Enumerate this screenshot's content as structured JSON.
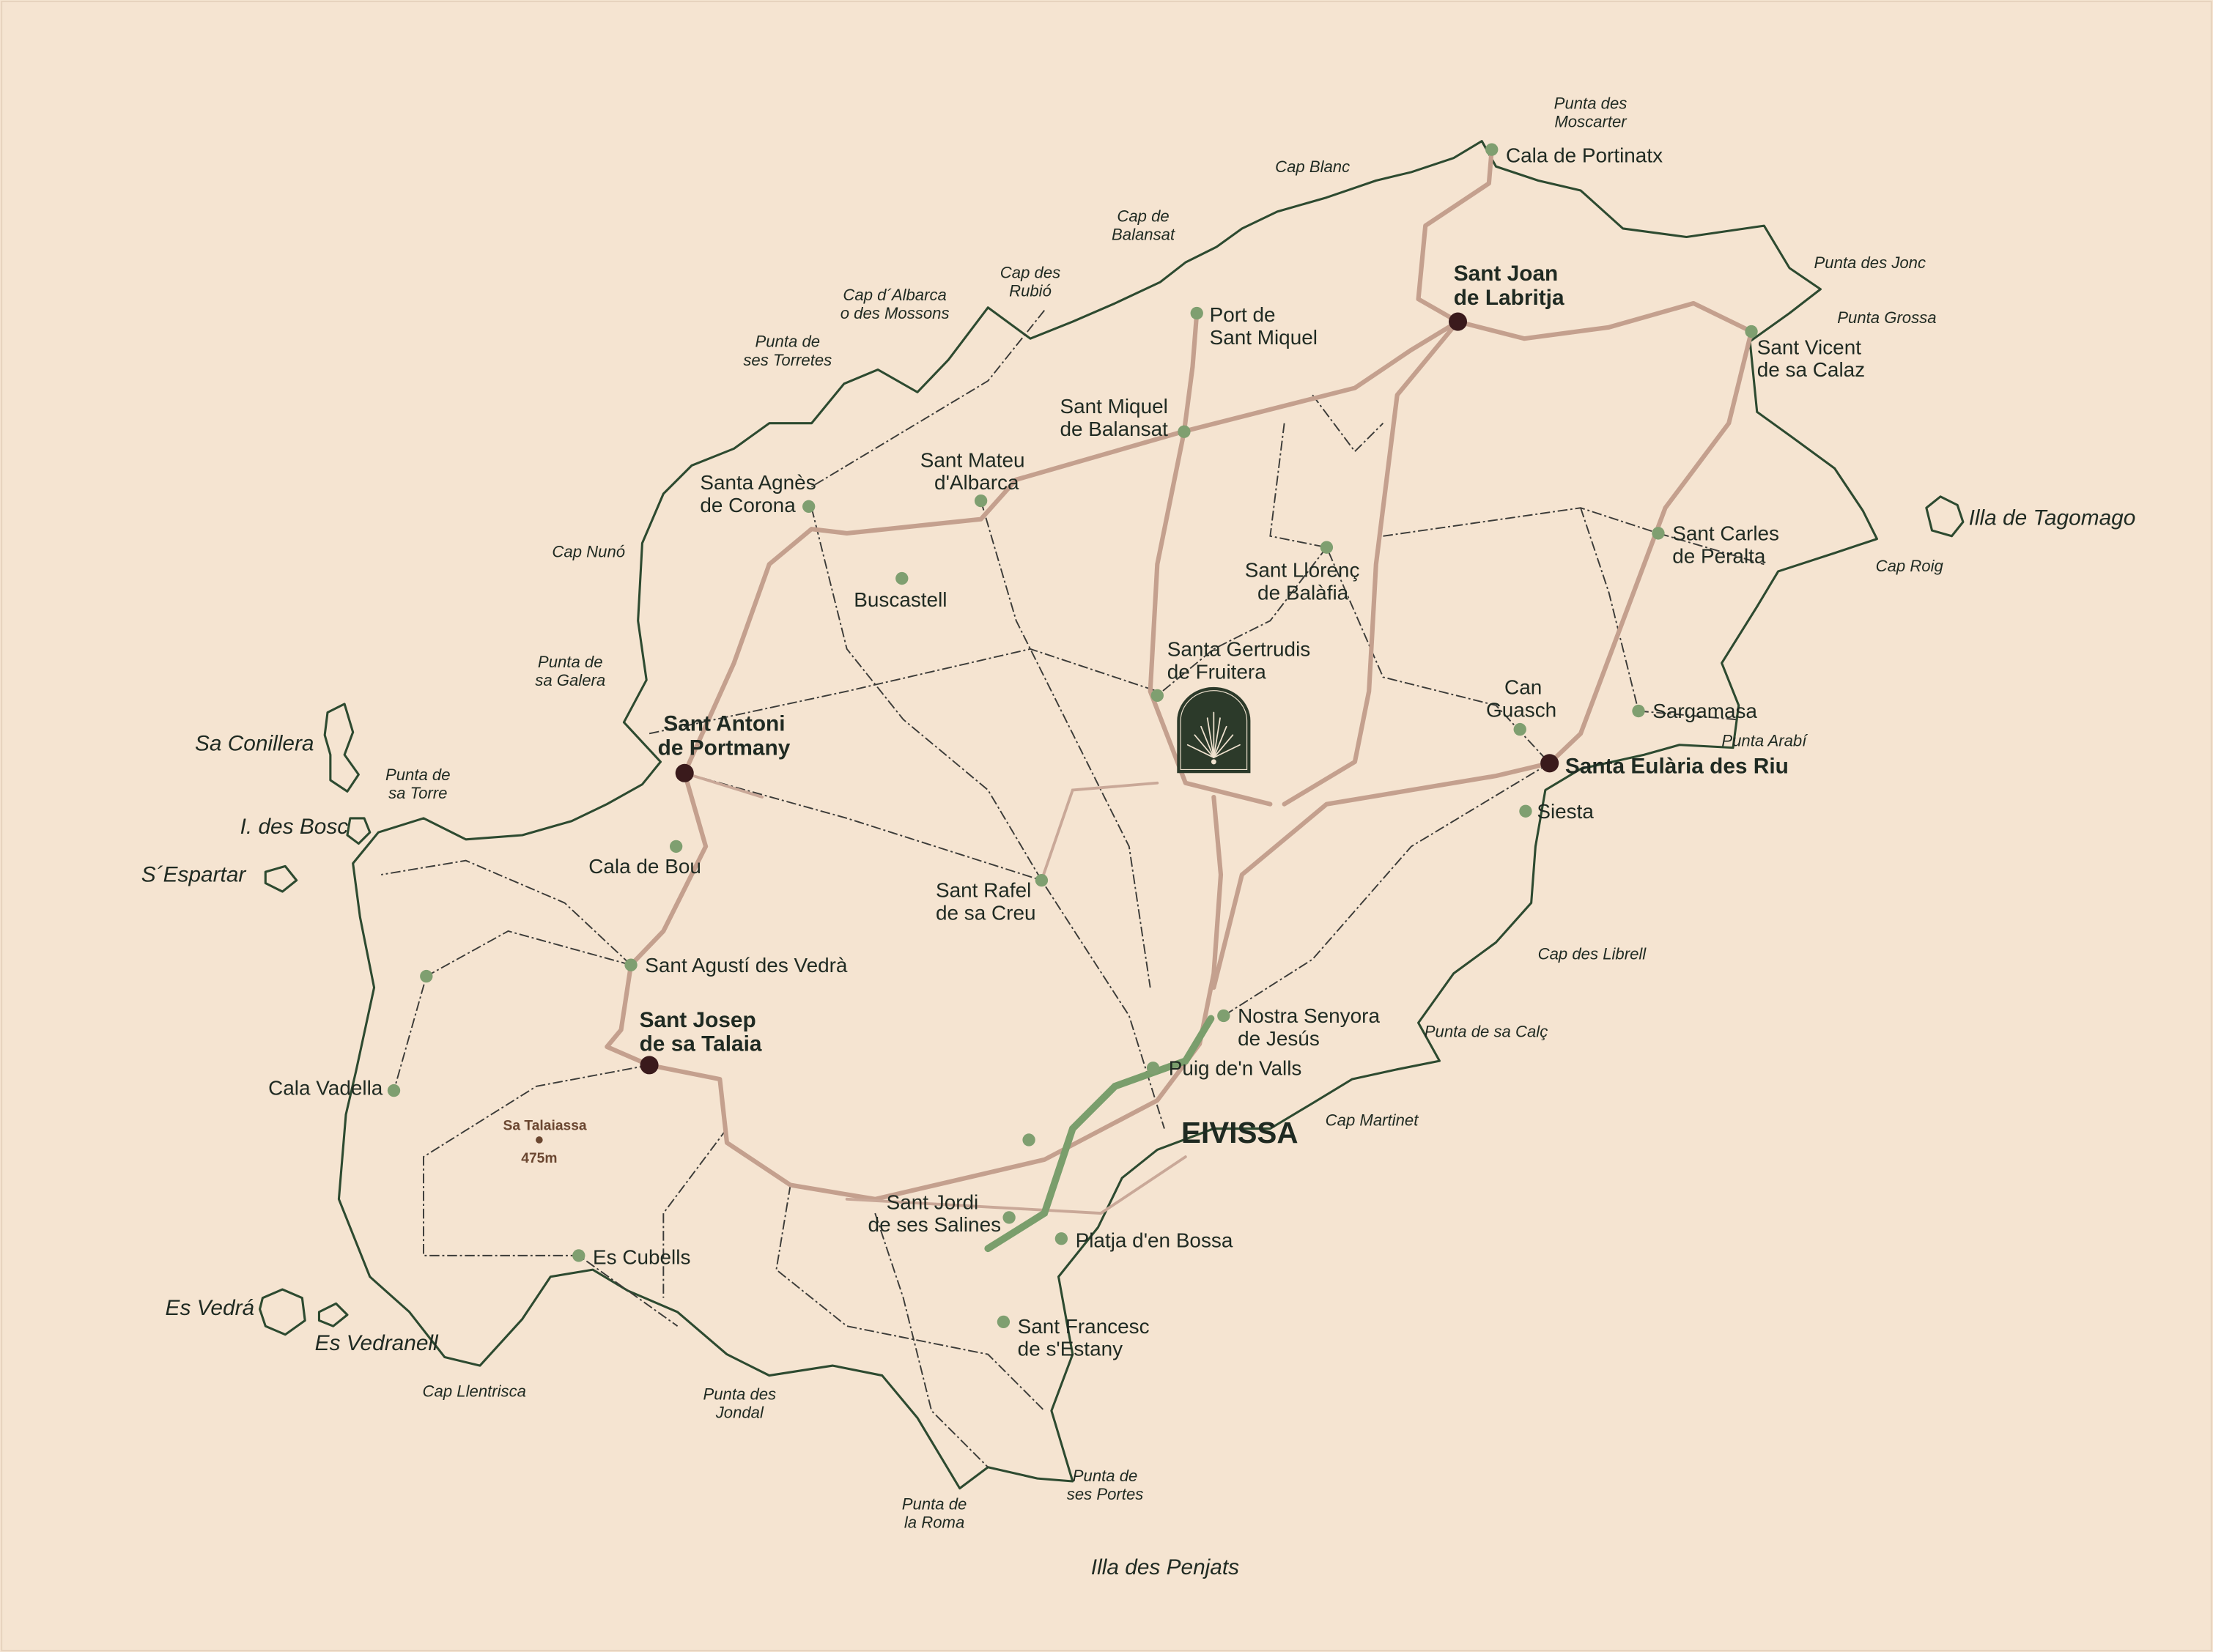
{
  "map": {
    "title": "Eivissa (Ibiza) island map",
    "colors": {
      "background": "#f5e4d1",
      "coast": "#2d4a30",
      "road": "#c4a08e",
      "village_dot": "#7f9f70",
      "main_town_dot": "#3a1a1c",
      "logo": "#2c3a2a"
    },
    "logo_icon": "palm-fan-arch-logo"
  },
  "capital": "EIVISSA",
  "main_towns": [
    {
      "label": [
        "Sant Joan",
        "de Labritja"
      ]
    },
    {
      "label": [
        "Sant Antoni",
        "de Portmany"
      ]
    },
    {
      "label": [
        "Sant Josep",
        "de sa Talaia"
      ]
    },
    {
      "label": [
        "Santa Eulària des Riu"
      ]
    }
  ],
  "villages": [
    {
      "label": [
        "Cala de Portinatx"
      ]
    },
    {
      "label": [
        "Port de",
        "Sant Miquel"
      ]
    },
    {
      "label": [
        "Sant Vicent",
        "de sa Calaz"
      ]
    },
    {
      "label": [
        "Sant Miquel",
        "de Balansat"
      ]
    },
    {
      "label": [
        "Sant Mateu",
        "d'Albarca"
      ]
    },
    {
      "label": [
        "Santa Agnès",
        "de Corona"
      ]
    },
    {
      "label": [
        "Buscastell"
      ]
    },
    {
      "label": [
        "Sant Llorenç",
        "de Balàfia"
      ]
    },
    {
      "label": [
        "Sant Carles",
        "de Peralta"
      ]
    },
    {
      "label": [
        "Santa Gertrudis",
        "de Fruitera"
      ]
    },
    {
      "label": [
        "Can",
        "Guasch"
      ]
    },
    {
      "label": [
        "Sargamasa"
      ]
    },
    {
      "label": [
        "Siesta"
      ]
    },
    {
      "label": [
        "Cala de Bou"
      ]
    },
    {
      "label": [
        "Sant Rafel",
        "de sa Creu"
      ]
    },
    {
      "label": [
        "Sant Agustí des Vedrà"
      ]
    },
    {
      "label": [
        "Nostra Senyora",
        "de Jesús"
      ]
    },
    {
      "label": [
        "Puig de'n Valls"
      ]
    },
    {
      "label": [
        "Cala Vadella"
      ]
    },
    {
      "label": [
        "Sant Jordi",
        "de ses Salines"
      ]
    },
    {
      "label": [
        "Platja d'en Bossa"
      ]
    },
    {
      "label": [
        "Es Cubells"
      ]
    },
    {
      "label": [
        "Sant Francesc",
        "de s'Estany"
      ]
    }
  ],
  "capes": [
    {
      "label": [
        "Punta des",
        "Moscarter"
      ]
    },
    {
      "label": [
        "Cap Blanc"
      ]
    },
    {
      "label": [
        "Cap de",
        "Balansat"
      ]
    },
    {
      "label": [
        "Cap des",
        "Rubió"
      ]
    },
    {
      "label": [
        "Cap d´Albarca",
        "o des Mossons"
      ]
    },
    {
      "label": [
        "Punta de",
        "ses Torretes"
      ]
    },
    {
      "label": [
        "Punta des Jonc"
      ]
    },
    {
      "label": [
        "Punta Grossa"
      ]
    },
    {
      "label": [
        "Cap Nunó"
      ]
    },
    {
      "label": [
        "Punta de",
        "sa Galera"
      ]
    },
    {
      "label": [
        "Punta de",
        "sa Torre"
      ]
    },
    {
      "label": [
        "Cap Roig"
      ]
    },
    {
      "label": [
        "Punta Arabí"
      ]
    },
    {
      "label": [
        "Cap des Librell"
      ]
    },
    {
      "label": [
        "Punta de sa Calç"
      ]
    },
    {
      "label": [
        "Cap Martinet"
      ]
    },
    {
      "label": [
        "Cap Llentrisca"
      ]
    },
    {
      "label": [
        "Punta des",
        "Jondal"
      ]
    },
    {
      "label": [
        "Punta de",
        "ses Portes"
      ]
    },
    {
      "label": [
        "Punta de",
        "la Roma"
      ]
    }
  ],
  "islands": [
    "Illa de Tagomago",
    "Sa Conillera",
    "I. des Bosc",
    "S´Espartar",
    "Es Vedrá",
    "Es Vedranell",
    "Illa des Penjats"
  ],
  "peak": {
    "name": "Sa Talaiassa",
    "elevation": "475m"
  }
}
